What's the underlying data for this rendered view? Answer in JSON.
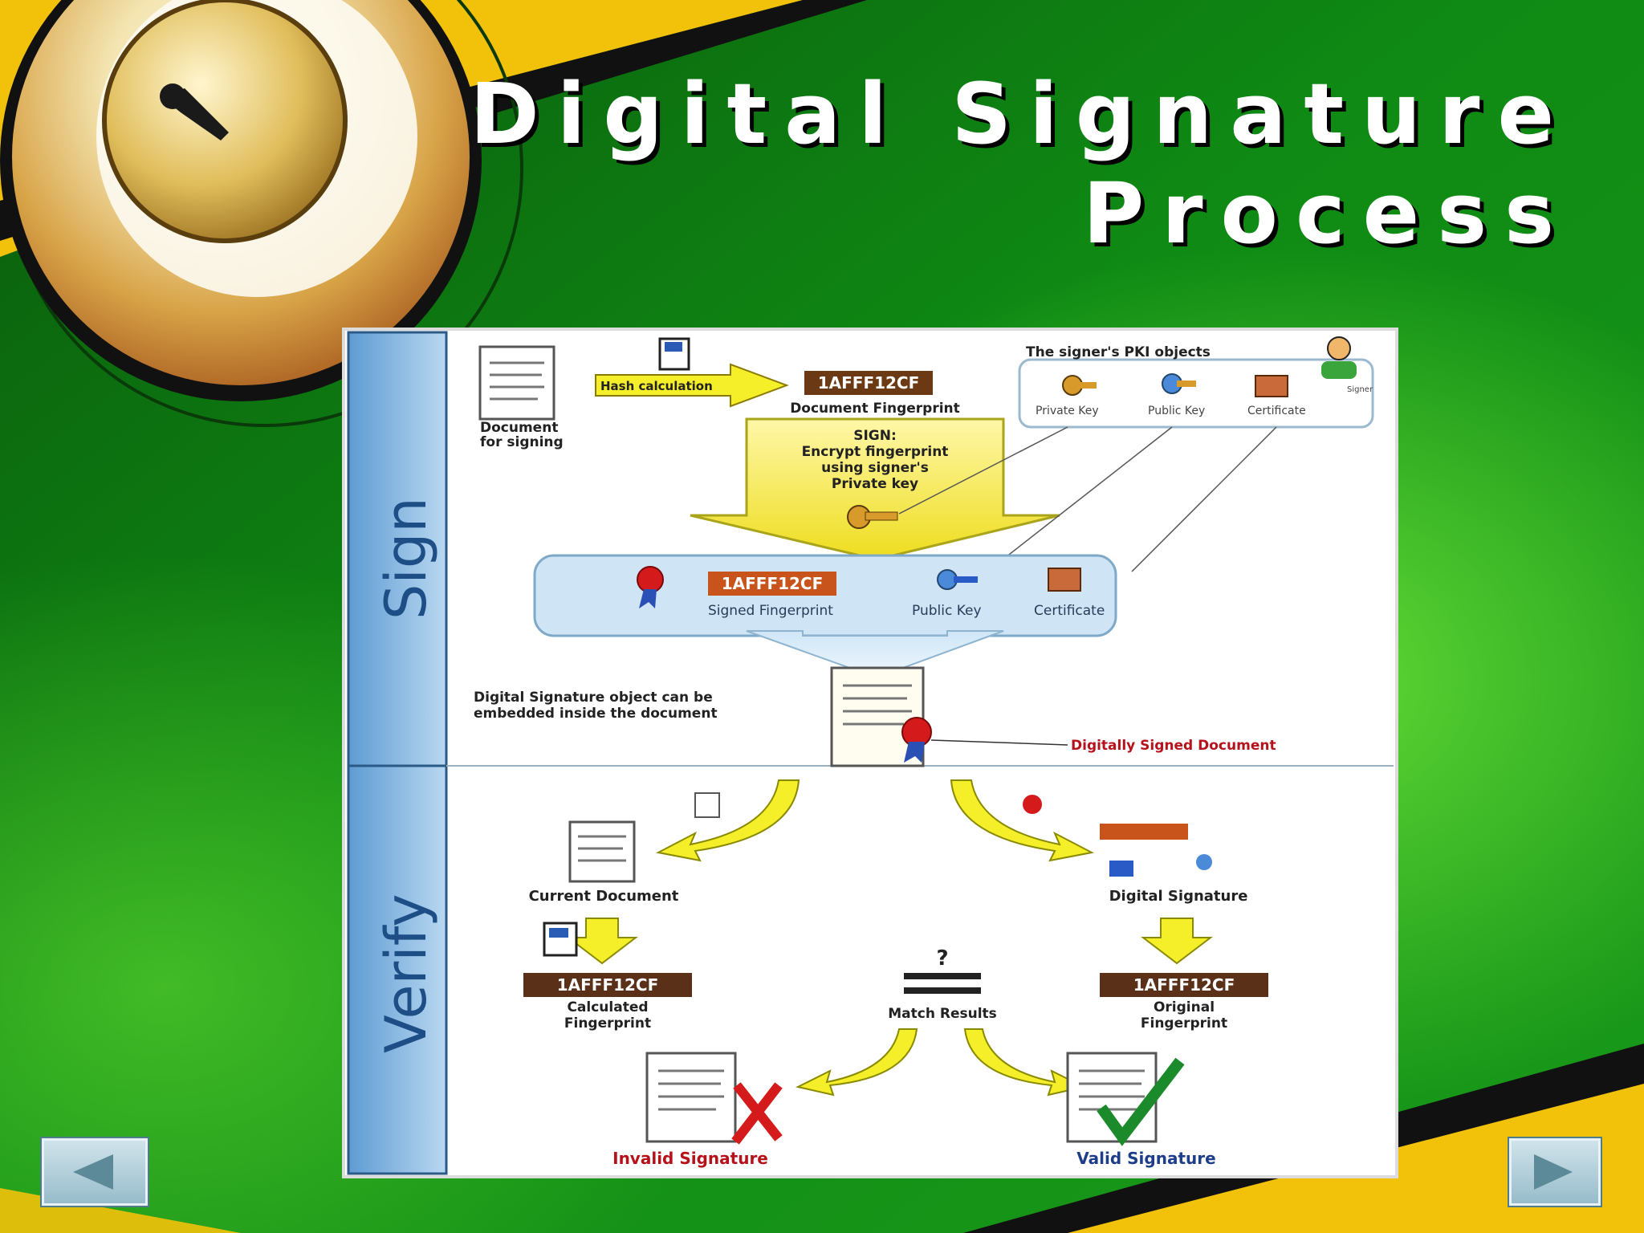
{
  "slide": {
    "title_line1": "Digital Signature",
    "title_line2": "Process"
  },
  "diagram": {
    "lane_sign": "Sign",
    "lane_verify": "Verify",
    "document_for_signing": [
      "Document",
      "for signing"
    ],
    "hash_calculation": "Hash calculation",
    "fingerprint_value": "1AFFF12CF",
    "document_fingerprint": "Document Fingerprint",
    "pki_title": "The signer's PKI objects",
    "signer": "Signer",
    "private_key": "Private Key",
    "public_key": "Public Key",
    "certificate": "Certificate",
    "sign_step": [
      "SIGN:",
      "Encrypt fingerprint",
      "using signer's",
      "Private key"
    ],
    "signed_fingerprint": "Signed Fingerprint",
    "embed_note": [
      "Digital Signature object can be",
      "embedded inside the document"
    ],
    "digitally_signed_document": "Digitally Signed Document",
    "current_document": "Current Document",
    "digital_signature": "Digital Signature",
    "calculated_fingerprint": [
      "Calculated",
      "Fingerprint"
    ],
    "original_fingerprint": [
      "Original",
      "Fingerprint"
    ],
    "match_question": "?",
    "match_results": "Match Results",
    "invalid_signature": "Invalid Signature",
    "valid_signature": "Valid Signature"
  },
  "nav": {
    "prev_icon": "triangle-left-icon",
    "next_icon": "triangle-right-icon"
  },
  "colors": {
    "green": "#0f7a12",
    "yellow": "#f2c10a",
    "lane_blue": "#7fb4de",
    "arrow_yellow": "#f5ef2a",
    "fingerprint_bg": "#6b3a14",
    "red_text": "#b5121b"
  }
}
